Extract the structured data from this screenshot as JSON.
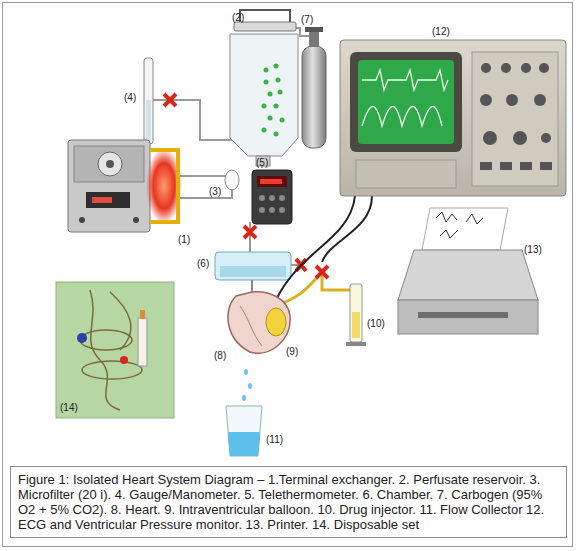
{
  "diagram": {
    "caption": "Figure 1: Isolated Heart System Diagram – 1.Terminal exchanger. 2. Perfusate reservoir. 3. Microfilter (20 i). 4. Gauge/Manometer. 5. Telethermometer. 6. Chamber. 7. Carbogen (95% O2 + 5% CO2). 8. Heart. 9. Intraventricular balloon. 10. Drug injector. 11. Flow Collector 12. ECG and Ventricular Pressure monitor. 13. Printer. 14. Disposable set",
    "labels": [
      "(2)",
      "(7)",
      "(12)",
      "(4)",
      "(5)",
      "(3)",
      "(1)",
      "(6)",
      "(13)",
      "(8)",
      "(9)",
      "(10)",
      "(14)",
      "(11)"
    ]
  }
}
